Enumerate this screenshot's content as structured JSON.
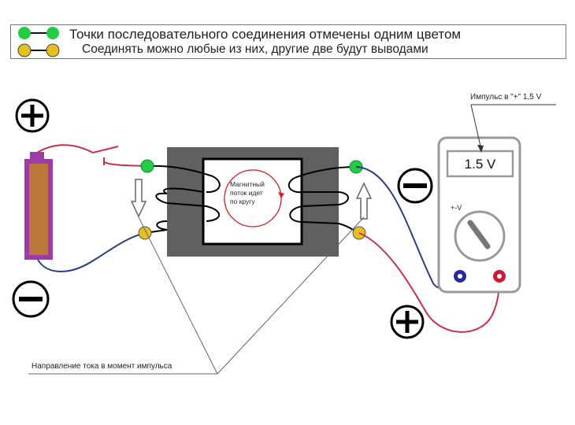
{
  "legend": {
    "line1": "Точки последовательного соединения отмечены одним цветом",
    "line2": "Соединять можно любые из них, другие две будут выводами"
  },
  "flux_label_lines": [
    "Магнитный",
    "поток идет",
    "по кругу"
  ],
  "current_direction_label": "Направление тока в момент импульса",
  "pulse_label": "Импульс в \"+\" 1,5 V",
  "meter": {
    "display": "1.5 V",
    "mode_label": "+-V"
  },
  "colors": {
    "green_terminal": "#22cc44",
    "yellow_terminal": "#e6c020",
    "positive_wire": "#c8304a",
    "negative_wire": "#2e3a8c",
    "battery_body": "#b8793a",
    "battery_frame": "#a03aa8",
    "core": "#606060"
  }
}
